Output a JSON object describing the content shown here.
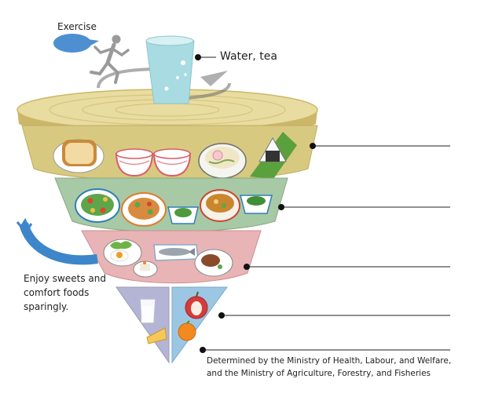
{
  "labels": {
    "exercise": "Exercise",
    "water_tea": "Water, tea",
    "sweets_line1": "Enjoy sweets and",
    "sweets_line2": "comfort foods",
    "sweets_line3": "sparingly.",
    "ministry_line1": "Determined by the Ministry of Health, Labour, and Welfare,",
    "ministry_line2": "and the Ministry of Agriculture, Forestry, and Fisheries"
  },
  "colors": {
    "top_disc": "#e9dca0",
    "tier_grains": "#d8c980",
    "tier_vegetables": "#a8c9a5",
    "tier_protein": "#e9b4b6",
    "tier_milk": "#b4b4d4",
    "tier_fruit": "#9cc7e4",
    "water_glass": "#a9dbe2",
    "arrow_blue": "#3d86c9",
    "speech_bubble": "#4d8fd0"
  },
  "icons": {
    "runner": "running-person-icon",
    "glass": "water-glass-icon",
    "bread": "toast-icon",
    "rice_bowl": "rice-bowl-icon",
    "noodles": "noodle-bowl-icon",
    "onigiri": "rice-ball-icon",
    "salad": "salad-icon",
    "stir_fry": "stir-fry-icon",
    "soup": "soup-bowl-icon",
    "egg": "fried-egg-icon",
    "fish": "grilled-fish-icon",
    "meat": "meat-plate-icon",
    "tofu": "tofu-dish-icon",
    "milk": "milk-glass-icon",
    "cheese": "cheese-icon",
    "apple": "apple-icon",
    "orange": "orange-icon"
  }
}
